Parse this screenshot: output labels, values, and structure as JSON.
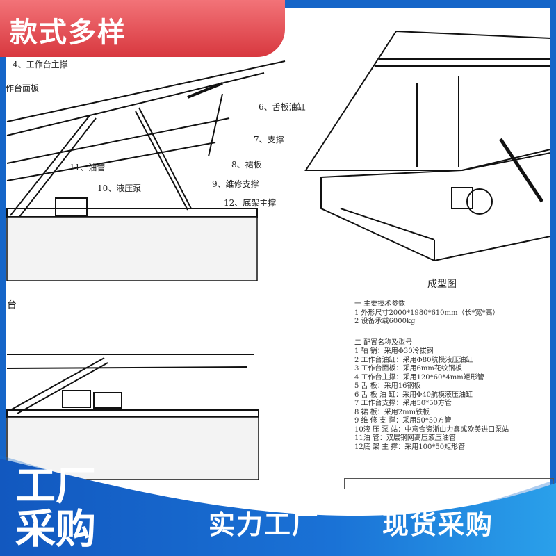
{
  "header": {
    "badge_text": "款式多样"
  },
  "diagram_top": {
    "labels": [
      "4、工作台主撑",
      "作台面板",
      "6、舌板油缸",
      "7、支撑",
      "8、裙板",
      "11、油管",
      "9、维修支撑",
      "10、液压泵",
      "12、底架主撑"
    ]
  },
  "diagram_bottom": {
    "label": "台"
  },
  "perspective": {
    "caption": "成型图"
  },
  "specs": {
    "section1_title": "一  主要技术参数",
    "section1": [
      "1 外形尺寸2000*1980*610mm（长*宽*高）",
      "2 设备承载6000kg"
    ],
    "section2_title": "二  配置名称及型号",
    "section2": [
      "1 轴        销：采用Φ30冷拔钢",
      "2 工作台油缸：采用Φ80航模液压油缸",
      "3 工作台面板：采用6mm花纹钢板",
      "4 工作台主撑：采用120*60*4mm矩形管",
      "5 舌        板：采用16钢板",
      "6 舌 板 油 缸：采用Φ40航模液压油缸",
      "7 工作台支撑：采用50*50方管",
      "8 裙        板：采用2mm铁板",
      "9 维 修 支 撑：采用50*50方管",
      "10液 压 泵 站：中意合资浙山力鑫或欧美进口泵站",
      "11油        管：双层钢网高压液压油管",
      "12底 架 主 撑：采用100*50矩形管"
    ]
  },
  "banner": {
    "big_line1": "工厂",
    "big_line2": "采购",
    "slogan1": "实力工厂",
    "slogan2": "现货采购"
  },
  "colors": {
    "blue": "#1565c8",
    "red": "#e0474e"
  }
}
